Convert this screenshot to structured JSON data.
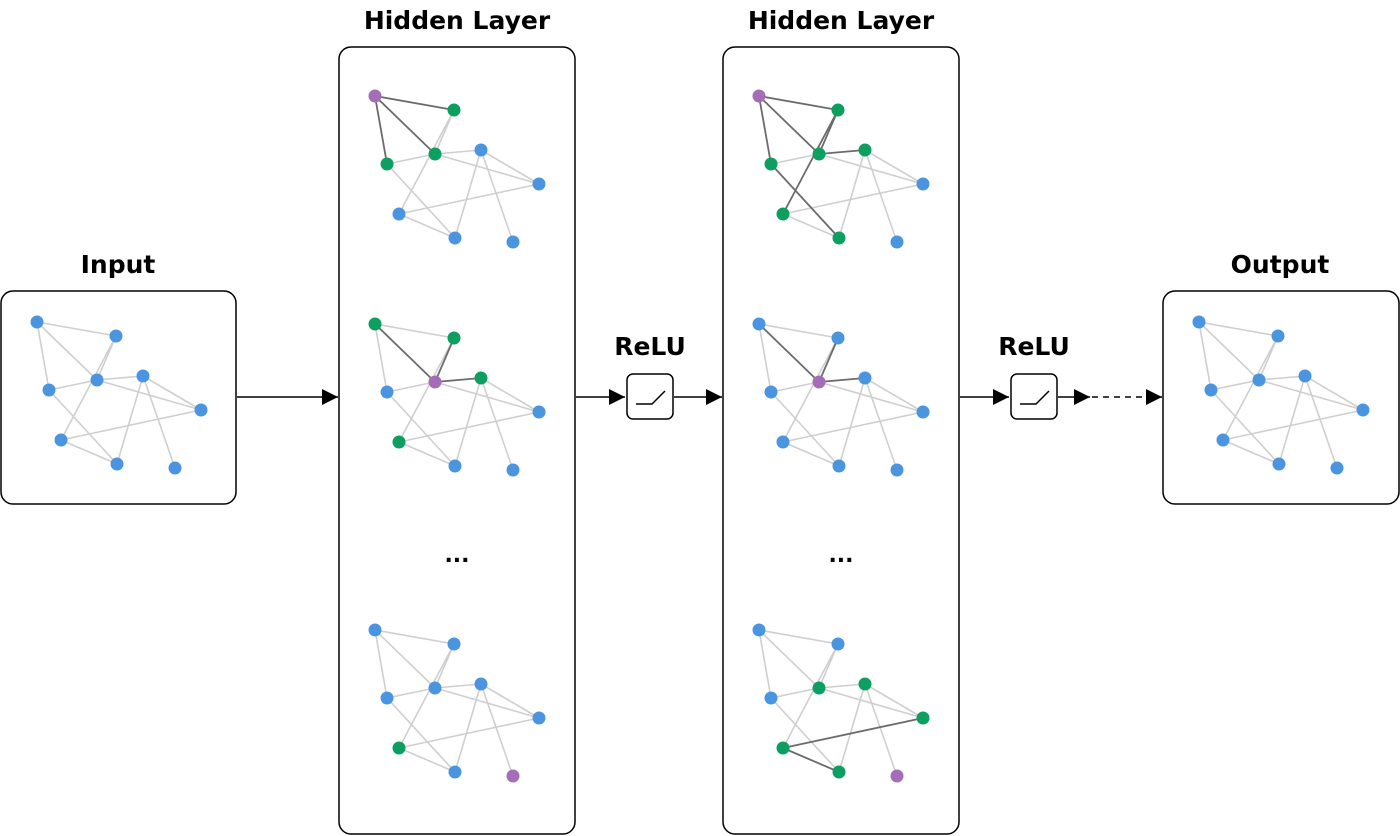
{
  "labels": {
    "input": "Input",
    "hidden_1": "Hidden Layer",
    "hidden_2": "Hidden Layer",
    "output": "Output",
    "activation_1": "ReLU",
    "activation_2": "ReLU"
  },
  "ellipsis": "...",
  "colors": {
    "base_node": "#4A94E0",
    "neighbor_node": "#0D9F5F",
    "center_node": "#A56DB6",
    "base_edge": "#CFCFCF",
    "active_edge": "#6B6B6B",
    "stroke": "#000000"
  }
}
